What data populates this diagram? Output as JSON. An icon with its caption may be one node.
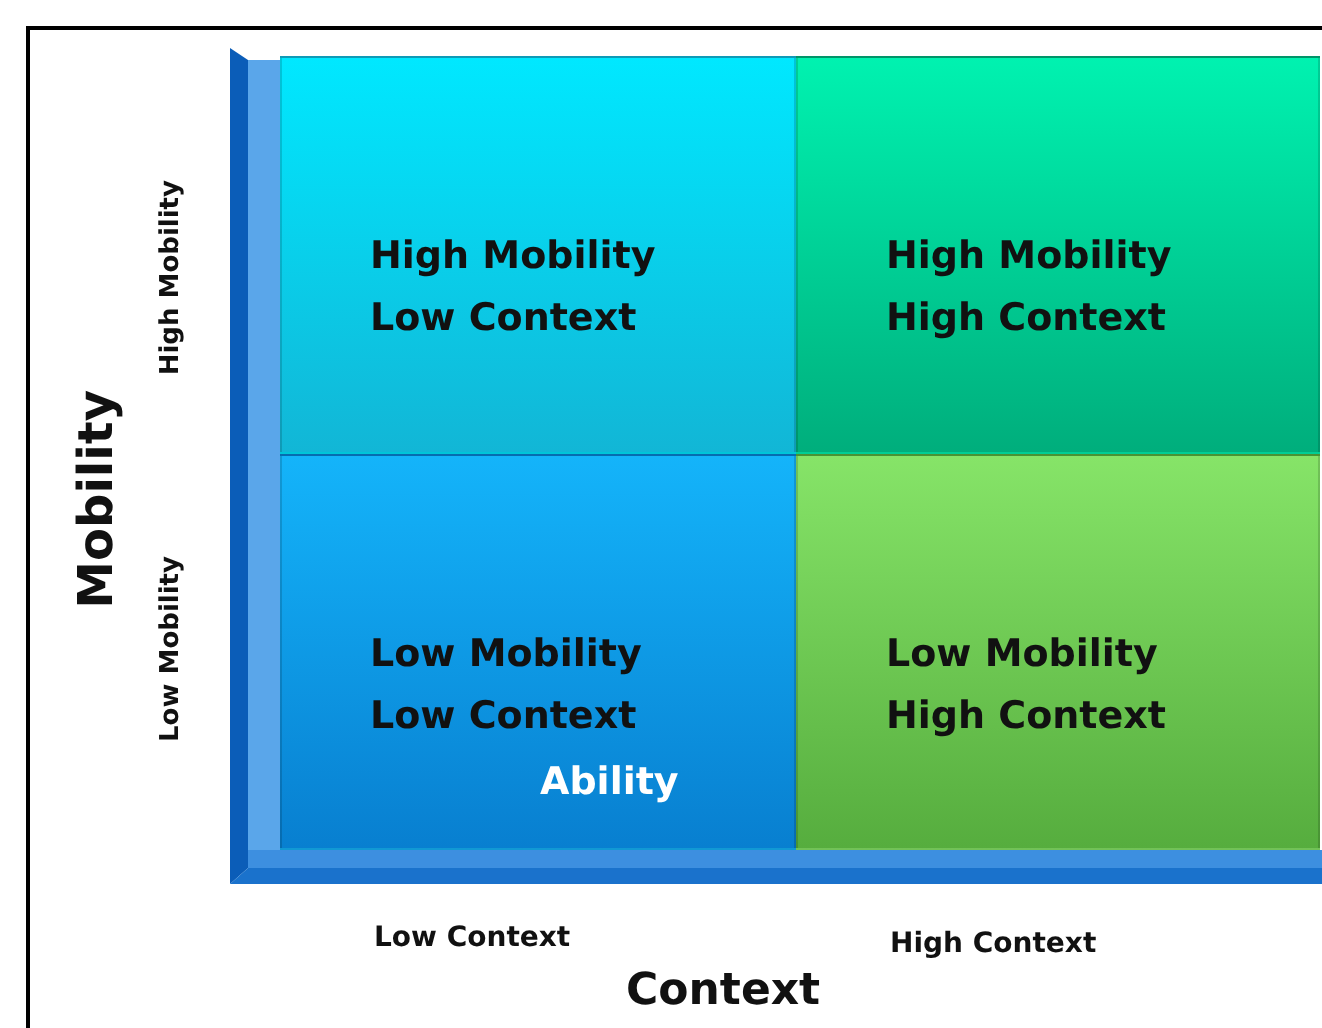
{
  "diagram": {
    "nodes": [
      {
        "text": [
          "High Mobility Low Context"
        ]
      },
      {
        "text": [
          "High Mobility High Context"
        ]
      },
      {
        "text": [
          "Low Mobility Low Context"
        ]
      },
      {
        "text": [
          "Low Mobility High Context"
        ]
      }
    ],
    "labels": [
      "High Mobility",
      "Mobility",
      "Low Mobility",
      "Ability",
      "Low Context",
      "High Context",
      "Context"
    ]
  }
}
